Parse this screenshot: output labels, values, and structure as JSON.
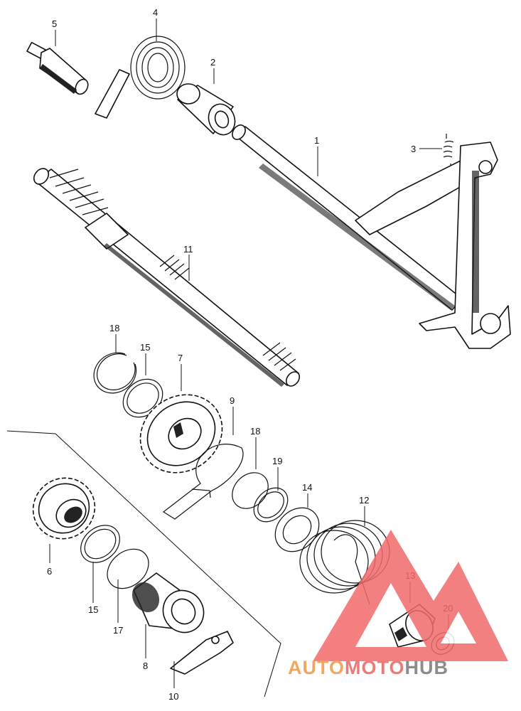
{
  "parts": [
    {
      "id": "p1",
      "number": "1"
    },
    {
      "id": "p2",
      "number": "2"
    },
    {
      "id": "p3",
      "number": "3"
    },
    {
      "id": "p4",
      "number": "4"
    },
    {
      "id": "p5",
      "number": "5"
    },
    {
      "id": "p6",
      "number": "6"
    },
    {
      "id": "p7",
      "number": "7"
    },
    {
      "id": "p8",
      "number": "8"
    },
    {
      "id": "p9",
      "number": "9"
    },
    {
      "id": "p10",
      "number": "10"
    },
    {
      "id": "p11",
      "number": "11"
    },
    {
      "id": "p12",
      "number": "12"
    },
    {
      "id": "p13",
      "number": "13"
    },
    {
      "id": "p14",
      "number": "14"
    },
    {
      "id": "p15a",
      "number": "15"
    },
    {
      "id": "p15b",
      "number": "15"
    },
    {
      "id": "p17",
      "number": "17"
    },
    {
      "id": "p18a",
      "number": "18"
    },
    {
      "id": "p18b",
      "number": "18"
    },
    {
      "id": "p19",
      "number": "19"
    },
    {
      "id": "p20",
      "number": "20"
    }
  ],
  "watermark": {
    "part1": "AUTO",
    "part2": "MOTO",
    "part3": "HUB",
    "colors": {
      "auto": "#f0a860",
      "moto": "#ee7a78",
      "hub": "#8c8c8c",
      "logo": "#f26a6a"
    }
  }
}
